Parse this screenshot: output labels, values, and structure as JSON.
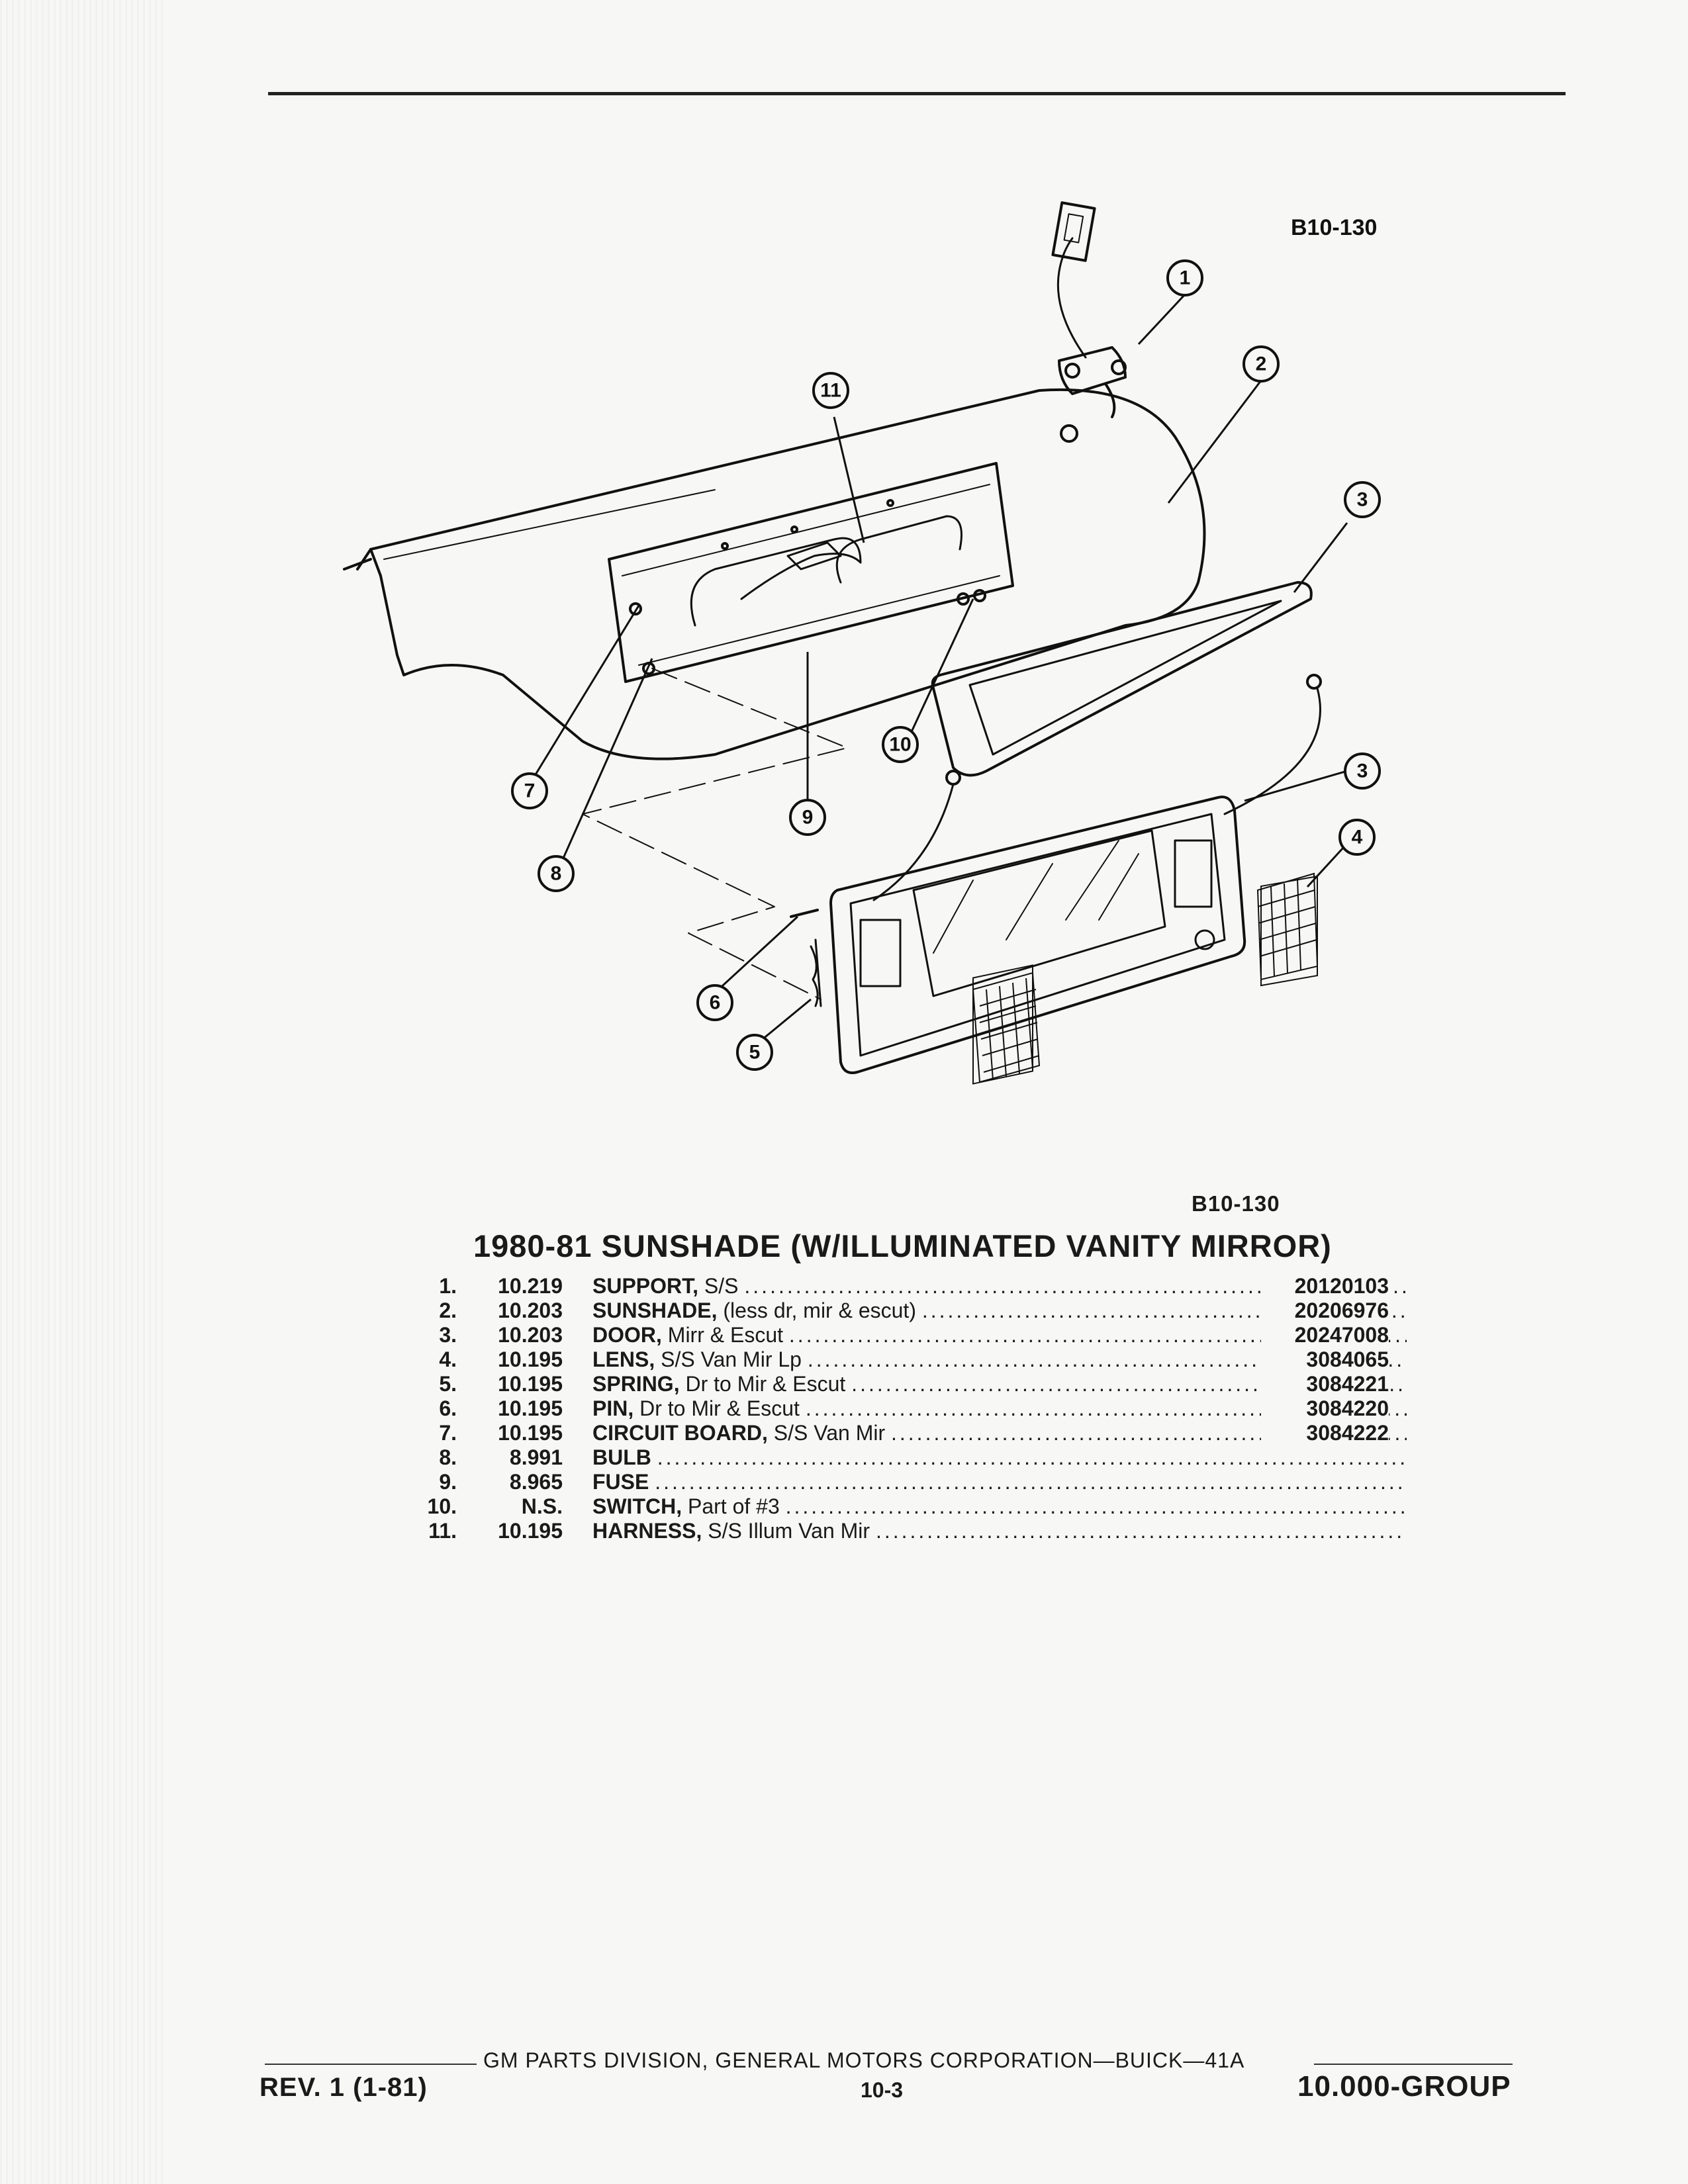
{
  "figure": {
    "code_top": "B10-130",
    "code_bottom": "B10-130",
    "callouts": [
      "1",
      "2",
      "3",
      "3",
      "4",
      "5",
      "6",
      "7",
      "8",
      "9",
      "10",
      "11"
    ]
  },
  "title": "1980-81 SUNSHADE (W/ILLUMINATED VANITY MIRROR)",
  "parts": [
    {
      "num": "1.",
      "code": "10.219",
      "name": "SUPPORT,",
      "desc": "S/S",
      "part_number": "20120103"
    },
    {
      "num": "2.",
      "code": "10.203",
      "name": "SUNSHADE,",
      "desc": "(less dr, mir & escut)",
      "part_number": "20206976"
    },
    {
      "num": "3.",
      "code": "10.203",
      "name": "DOOR,",
      "desc": "Mirr & Escut",
      "part_number": "20247008"
    },
    {
      "num": "4.",
      "code": "10.195",
      "name": "LENS,",
      "desc": "S/S Van Mir Lp",
      "part_number": "3084065"
    },
    {
      "num": "5.",
      "code": "10.195",
      "name": "SPRING,",
      "desc": "Dr to Mir & Escut",
      "part_number": "3084221"
    },
    {
      "num": "6.",
      "code": "10.195",
      "name": "PIN,",
      "desc": "Dr to Mir & Escut",
      "part_number": "3084220"
    },
    {
      "num": "7.",
      "code": "10.195",
      "name": "CIRCUIT BOARD,",
      "desc": "S/S Van Mir",
      "part_number": "3084222"
    },
    {
      "num": "8.",
      "code": "8.991",
      "name": "BULB",
      "desc": "",
      "part_number": ""
    },
    {
      "num": "9.",
      "code": "8.965",
      "name": "FUSE",
      "desc": "",
      "part_number": ""
    },
    {
      "num": "10.",
      "code": "N.S.",
      "name": "SWITCH,",
      "desc": "Part of #3",
      "part_number": ""
    },
    {
      "num": "11.",
      "code": "10.195",
      "name": "HARNESS,",
      "desc": "S/S Illum Van Mir",
      "part_number": ""
    }
  ],
  "footer": {
    "corporation": "GM PARTS DIVISION, GENERAL MOTORS CORPORATION—BUICK—41A",
    "revision": "REV. 1 (1-81)",
    "page": "10-3",
    "group": "10.000-GROUP"
  }
}
